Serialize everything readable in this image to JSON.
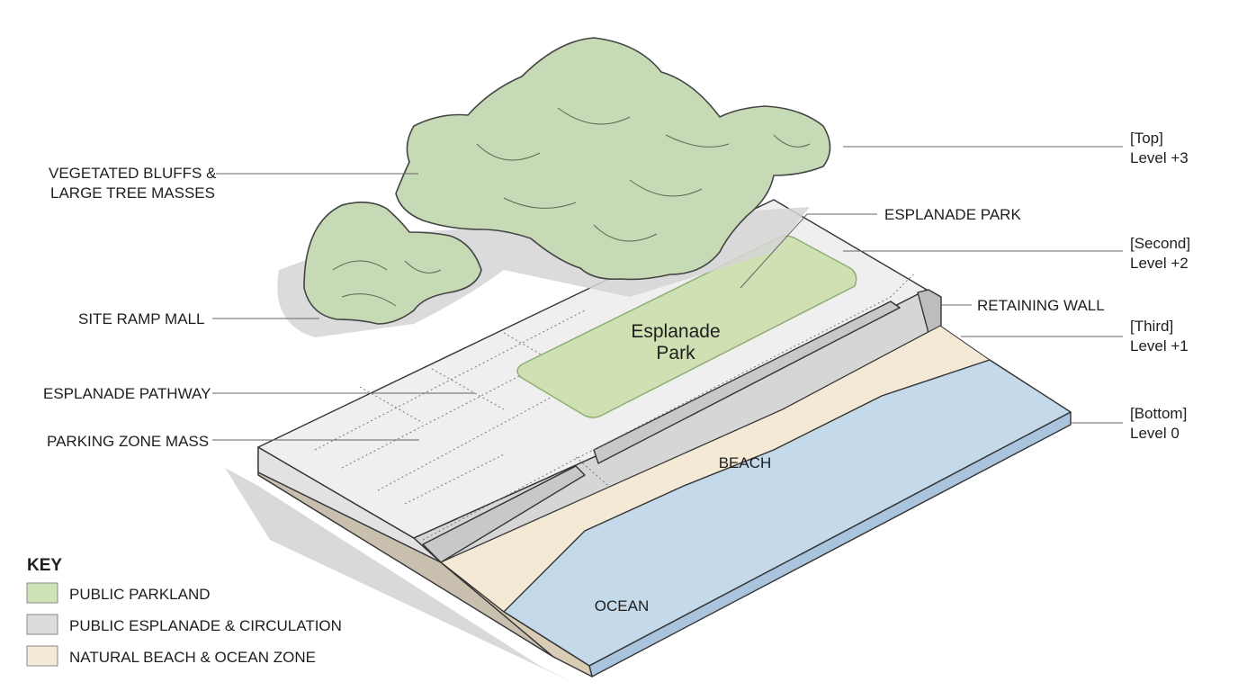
{
  "labels_left": {
    "bluffs_line1": "VEGETATED BLUFFS &",
    "bluffs_line2": "LARGE TREE MASSES",
    "ramp_mall": "SITE RAMP MALL",
    "pathway": "ESPLANADE PATHWAY",
    "parking": "PARKING ZONE MASS"
  },
  "labels_right": {
    "esplanade_park": "ESPLANADE PARK",
    "retaining_wall": "RETAINING WALL",
    "levels": [
      {
        "name": "[Top]",
        "level": "Level +3"
      },
      {
        "name": "[Second]",
        "level": "Level +2"
      },
      {
        "name": "[Third]",
        "level": "Level +1"
      },
      {
        "name": "[Bottom]",
        "level": "Level 0"
      }
    ]
  },
  "in_diagram": {
    "park_line1": "Esplanade",
    "park_line2": "Park",
    "beach": "BEACH",
    "ocean": "OCEAN"
  },
  "key": {
    "title": "KEY",
    "items": [
      {
        "label": "PUBLIC PARKLAND",
        "color": "#cfe2b8"
      },
      {
        "label": "PUBLIC ESPLANADE & CIRCULATION",
        "color": "#dcdcdc"
      },
      {
        "label": "NATURAL BEACH & OCEAN ZONE",
        "color": "#f4ead6"
      }
    ]
  },
  "colors": {
    "park": "#cfe0b3",
    "plaza": "#efefef",
    "esplanade": "#d6d6d6",
    "beach": "#f3e9d4",
    "ocean": "#c4d9ea",
    "tree": "#c6dab6"
  }
}
